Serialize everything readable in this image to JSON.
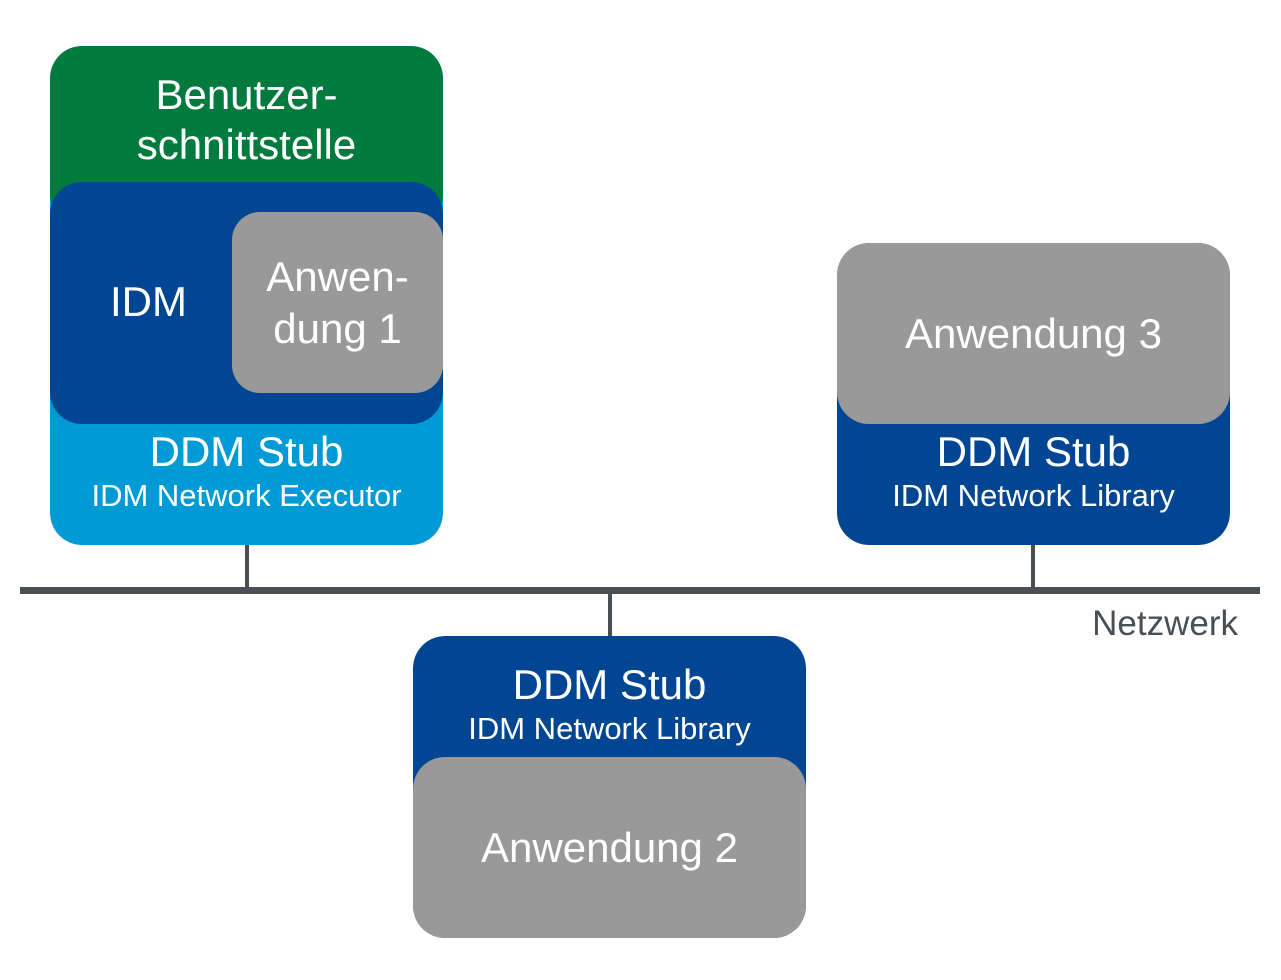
{
  "colors": {
    "ui_green": "#007a3d",
    "dark_blue": "#014593",
    "light_blue": "#009ad6",
    "app_gray": "#999999",
    "network_line": "#4a4f55"
  },
  "node1": {
    "ui_line1": "Benutzer-",
    "ui_line2": "schnittstelle",
    "idm_label": "IDM",
    "app_line1": "Anwen-",
    "app_line2": "dung 1",
    "stub_title": "DDM Stub",
    "stub_subtitle": "IDM Network Executor"
  },
  "node3": {
    "app_label": "Anwendung 3",
    "stub_title": "DDM Stub",
    "stub_subtitle": "IDM Network Library"
  },
  "node2": {
    "stub_title": "DDM Stub",
    "stub_subtitle": "IDM Network Library",
    "app_label": "Anwendung 2"
  },
  "network": {
    "label": "Netzwerk"
  }
}
